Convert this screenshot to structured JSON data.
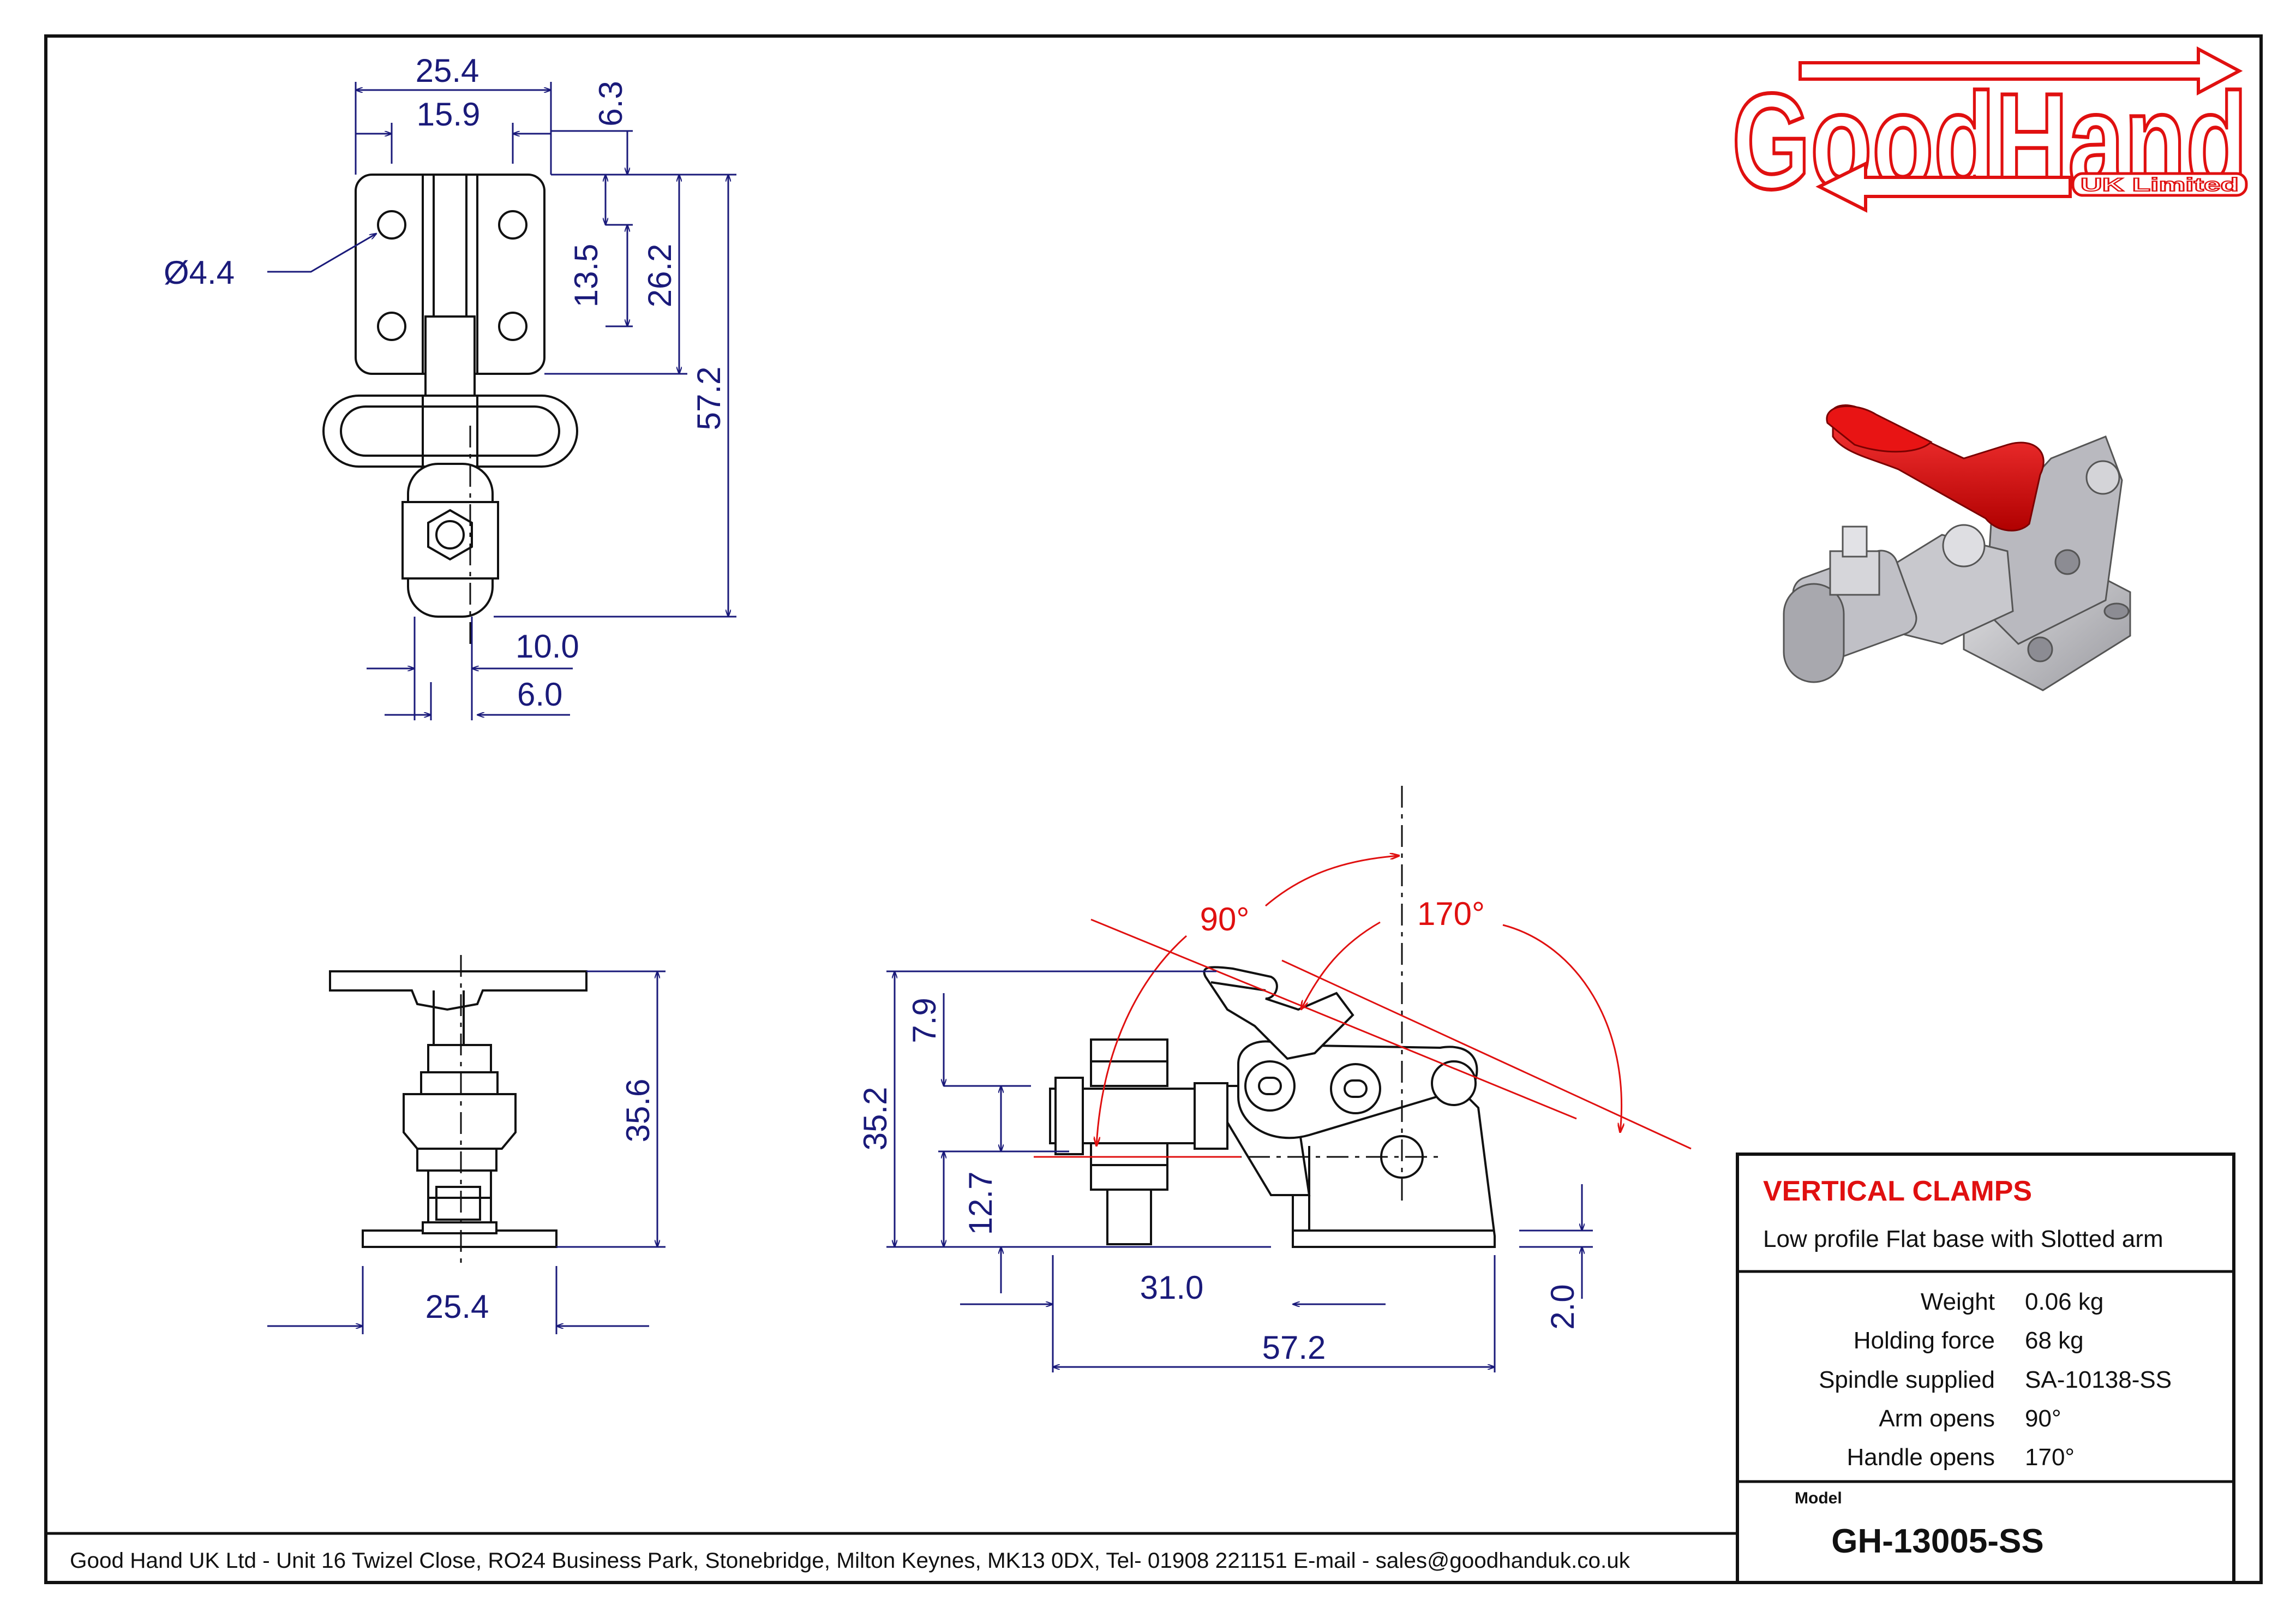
{
  "brand": {
    "name": "GoodHand",
    "sub": "UK Limited",
    "color": "#e01010"
  },
  "title_block": {
    "heading": "VERTICAL CLAMPS",
    "subheading": "Low profile Flat base with Slotted arm",
    "specs": [
      {
        "label": "Weight",
        "value": "0.06 kg"
      },
      {
        "label": "Holding force",
        "value": "68 kg"
      },
      {
        "label": "Spindle supplied",
        "value": "SA-10138-SS"
      },
      {
        "label": "Arm opens",
        "value": "90°"
      },
      {
        "label": "Handle opens",
        "value": "170°"
      }
    ],
    "model_label": "Model",
    "model": "GH-13005-SS"
  },
  "footer": "Good Hand UK Ltd  - Unit 16 Twizel Close, RO24 Business Park, Stonebridge, Milton Keynes, MK13 0DX,  Tel- 01908 221151  E-mail - sales@goodhanduk.co.uk",
  "dimensions": {
    "top_view": {
      "overall_width": "25.4",
      "hole_spacing": "15.9",
      "top_offset": "6.3",
      "hole_dia": "Ø4.4",
      "hole_vertical": "13.5",
      "base_length": "26.2",
      "overall_length": "57.2",
      "bottom_a": "10.0",
      "bottom_b": "6.0"
    },
    "front_view": {
      "height": "35.6",
      "base_width": "25.4"
    },
    "side_view": {
      "arm_angle": "90°",
      "handle_angle": "170°",
      "height": "35.2",
      "top_gap": "7.9",
      "spindle_height": "12.7",
      "reach": "31.0",
      "overall_length": "57.2",
      "base_thickness": "2.0"
    }
  },
  "colors": {
    "dimension": "#1a1a7a",
    "angle": "#e01010",
    "handle": "#e01010"
  }
}
